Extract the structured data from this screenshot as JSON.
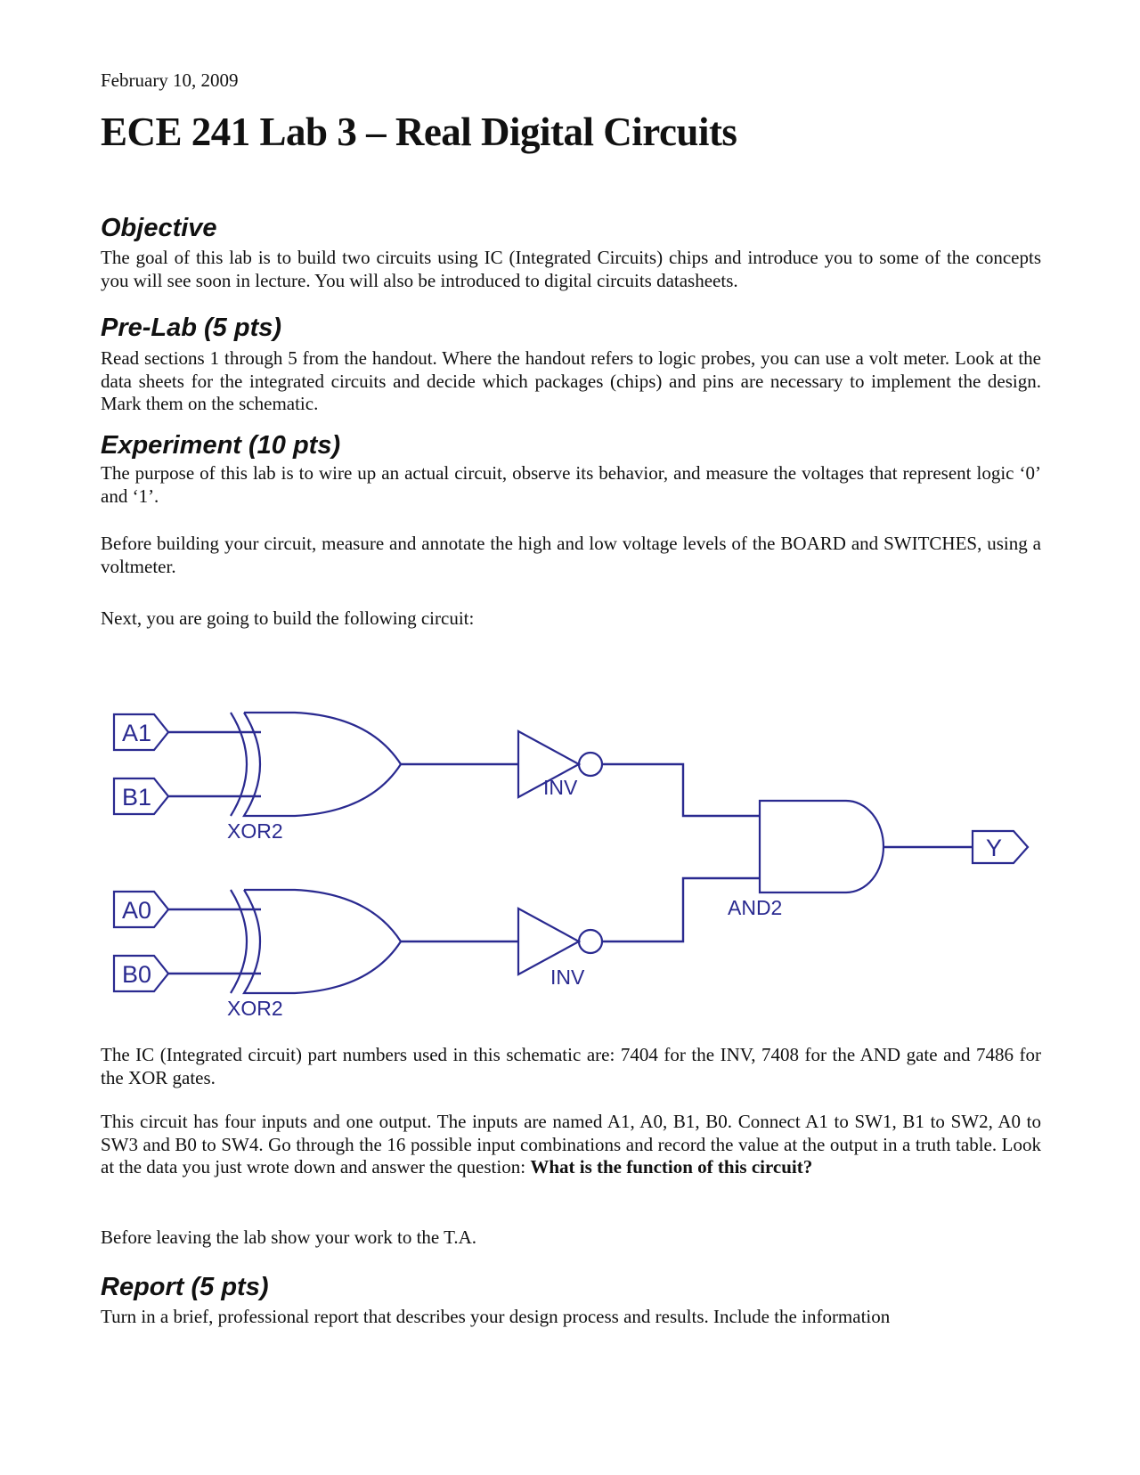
{
  "page": {
    "date": "February 10, 2009",
    "title": "ECE 241 Lab 3 – Real Digital Circuits"
  },
  "sections": {
    "objective": {
      "heading": "Objective",
      "body": "The goal of this lab is to build two circuits using IC (Integrated Circuits) chips and introduce you to some of the concepts you will see soon in lecture. You will also be introduced to digital circuits datasheets."
    },
    "prelab": {
      "heading": "Pre-Lab (5 pts)",
      "body": "Read sections 1 through 5 from the handout. Where the handout refers to logic probes, you can use a volt meter. Look at the data sheets for the integrated circuits and decide which packages (chips) and pins are necessary to implement the design. Mark them on the schematic."
    },
    "experiment": {
      "heading": "Experiment (10 pts)",
      "p1": "The purpose of this lab is to wire up an actual circuit, observe its behavior, and measure the voltages that represent logic ‘0’ and ‘1’.",
      "p2": "Before building your circuit, measure and annotate the high and low voltage levels of the BOARD and SWITCHES, using a voltmeter.",
      "p3": "Next, you are going to build the following circuit:"
    },
    "after_circuit": {
      "p_ic": "The IC (Integrated circuit) part numbers used in this schematic are: 7404 for the INV, 7408 for the AND gate and 7486 for the XOR gates.",
      "p_inputs": "This circuit has four inputs and one output. The inputs are named A1, A0, B1, B0. Connect A1 to SW1, B1 to SW2, A0 to SW3 and B0 to SW4. Go through the 16 possible input combinations and record the value at the output in a truth table. Look at the data you just wrote down and answer the question: ",
      "p_inputs_bold": "What is the function of this circuit?",
      "p_show": "Before leaving the lab show your work to the T.A."
    },
    "report": {
      "heading": "Report (5 pts)",
      "body": "Turn in a brief, professional report that describes your design process and results. Include the information"
    }
  },
  "schematic": {
    "color": "#2a2a90",
    "ports": {
      "a1": "A1",
      "b1": "B1",
      "a0": "A0",
      "b0": "B0",
      "y": "Y"
    },
    "gates": {
      "xor_top": "XOR2",
      "xor_bottom": "XOR2",
      "inv_top": "INV",
      "inv_bottom": "INV",
      "and": "AND2"
    }
  }
}
